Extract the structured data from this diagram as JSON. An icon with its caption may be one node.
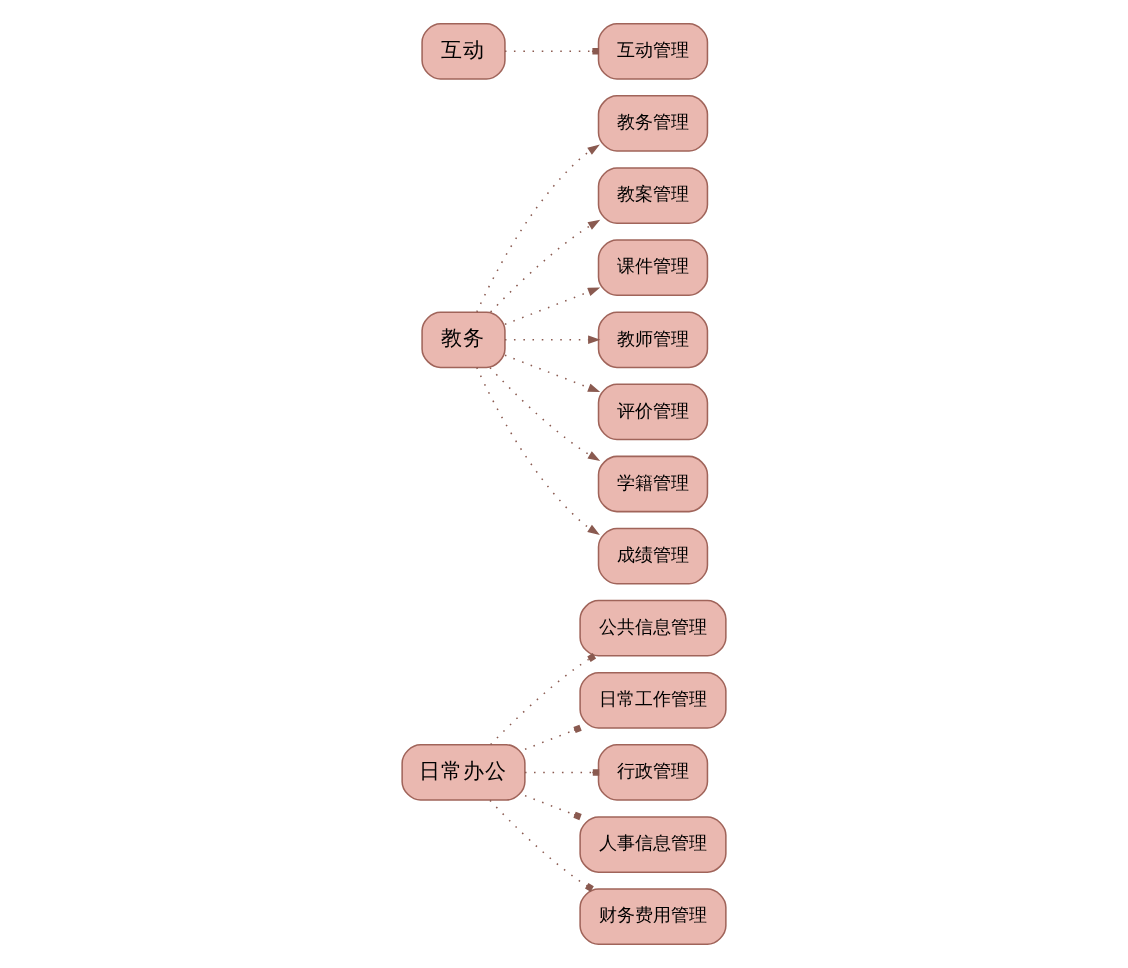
{
  "diagram": {
    "nodes": [
      {
        "text": [
          "日常办公"
        ]
      },
      {
        "text": [
          "公共信息管理"
        ]
      },
      {
        "text": [
          "日常工作管理"
        ]
      },
      {
        "text": [
          "行政管理"
        ]
      },
      {
        "text": [
          "人事信息管理"
        ]
      },
      {
        "text": [
          "财务费用管理"
        ]
      },
      {
        "text": [
          "教务"
        ]
      },
      {
        "text": [
          "教务管理"
        ]
      },
      {
        "text": [
          "教案管理"
        ]
      },
      {
        "text": [
          "课件管理"
        ]
      },
      {
        "text": [
          "教师管理"
        ]
      },
      {
        "text": [
          "评价管理"
        ]
      },
      {
        "text": [
          "学籍管理"
        ]
      },
      {
        "text": [
          "成绩管理"
        ]
      },
      {
        "text": [
          "互动"
        ]
      },
      {
        "text": [
          "互动管理"
        ]
      }
    ],
    "edges": [
      {
        "from": 0,
        "to": 1,
        "arrow": "other",
        "style": "dashed"
      },
      {
        "from": 0,
        "to": 2,
        "arrow": "other",
        "style": "dashed"
      },
      {
        "from": 0,
        "to": 3,
        "arrow": "other",
        "style": "dashed"
      },
      {
        "from": 0,
        "to": 4,
        "arrow": "other",
        "style": "dashed"
      },
      {
        "from": 0,
        "to": 5,
        "arrow": "other",
        "style": "dashed"
      },
      {
        "from": 6,
        "to": 7,
        "arrow": "to",
        "style": "dashed"
      },
      {
        "from": 6,
        "to": 8,
        "arrow": "to",
        "style": "dashed"
      },
      {
        "from": 6,
        "to": 9,
        "arrow": "to",
        "style": "dashed"
      },
      {
        "from": 6,
        "to": 10,
        "arrow": "to",
        "style": "dashed"
      },
      {
        "from": 6,
        "to": 11,
        "arrow": "to",
        "style": "dashed"
      },
      {
        "from": 6,
        "to": 12,
        "arrow": "to",
        "style": "dashed"
      },
      {
        "from": 6,
        "to": 13,
        "arrow": "to",
        "style": "dashed"
      },
      {
        "from": 14,
        "to": 15,
        "arrow": "other",
        "style": "dashed"
      }
    ]
  }
}
